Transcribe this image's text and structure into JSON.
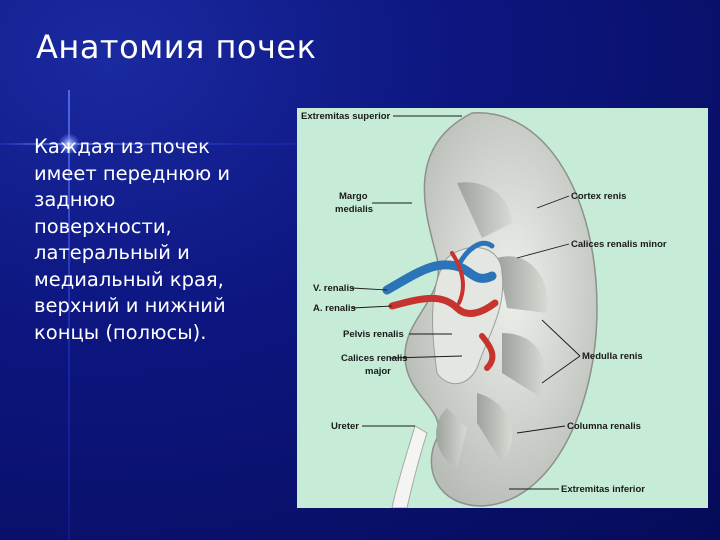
{
  "slide": {
    "title": "Анатомия почек",
    "body_lines": [
      "Каждая из почек",
      "имеет переднюю и",
      "заднюю",
      "поверхности,",
      "латеральный и",
      "медиальный края,",
      "верхний и нижний",
      "концы (полюсы)."
    ]
  },
  "figure": {
    "labels": {
      "extremitas_superior": "Extremitas superior",
      "margo_medialis_1": "Margo",
      "margo_medialis_2": "medialis",
      "cortex_renis": "Cortex renis",
      "calices_renalis_minor": "Calices renalis minor",
      "v_renalis": "V. renalis",
      "a_renalis": "A. renalis",
      "pelvis_renalis": "Pelvis renalis",
      "calices_renalis_major_1": "Calices renalis",
      "calices_renalis_major_2": "major",
      "medulla_renis": "Medulla renis",
      "ureter": "Ureter",
      "columna_renalis": "Columna renalis",
      "extremitas_inferior": "Extremitas inferior"
    }
  },
  "colors": {
    "background": "#0d1680",
    "figure_bg": "#c6ecd8",
    "vein": "#2b74b8",
    "artery": "#c7332d"
  }
}
